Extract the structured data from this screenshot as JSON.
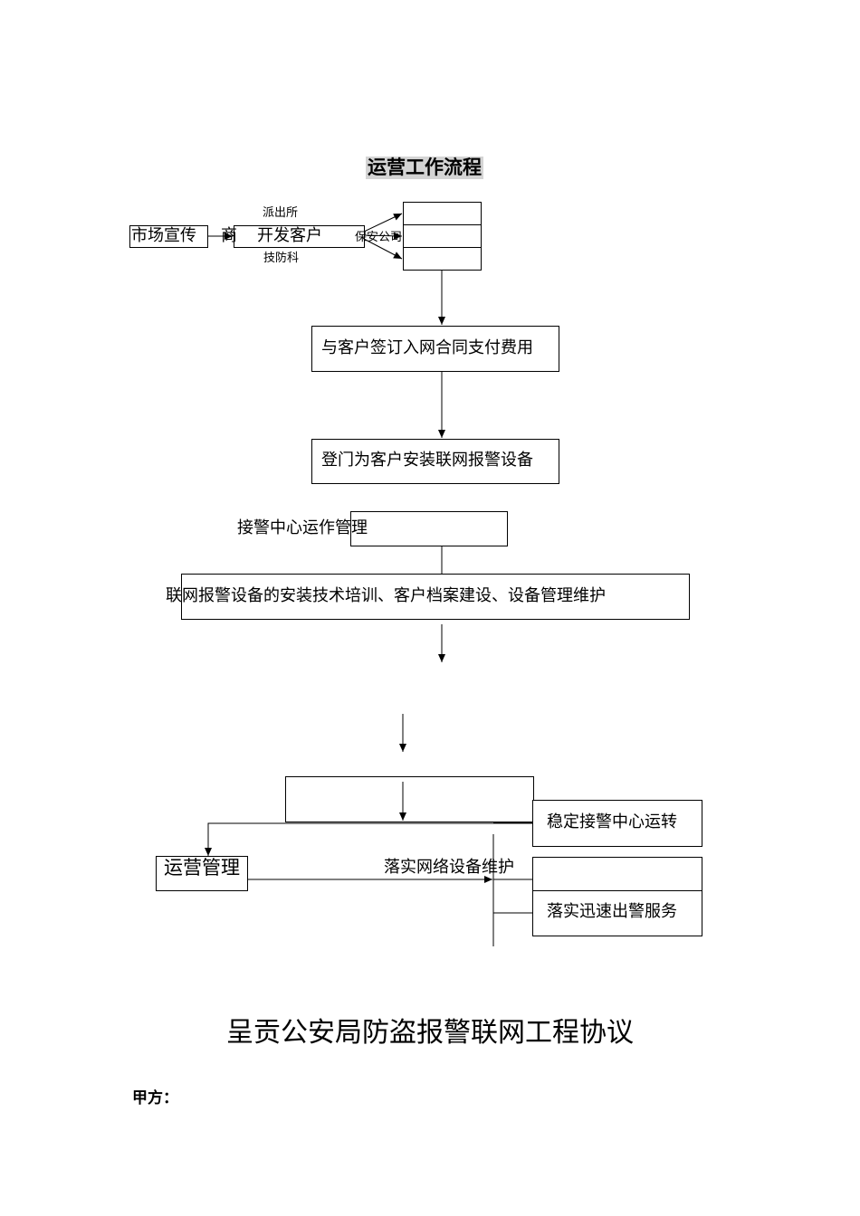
{
  "flow_title": "运营工作流程",
  "nodes": {
    "market_promo": "市场宣传",
    "develop_clients": "开发客户",
    "develop_prefix": "商",
    "police_station": "派出所",
    "security_company": "保安公司",
    "tech_defense": "技防科",
    "sign_contract": "与客户签订入网合同支付费用",
    "install_device": "登门为客户安装联网报警设备",
    "alarm_center": "接警中心运作管理",
    "training": "联网报警设备的安装技术培训、客户档案建设、设备管理维护",
    "stable_center": "稳定接警中心运转",
    "ops_management": "运营管理",
    "network_maintenance": "落实网络设备维护",
    "rapid_response": "落实迅速出警服务"
  },
  "agreement": {
    "title": "呈贡公安局防盗报警联网工程协议",
    "party_a_label": "甲方："
  }
}
